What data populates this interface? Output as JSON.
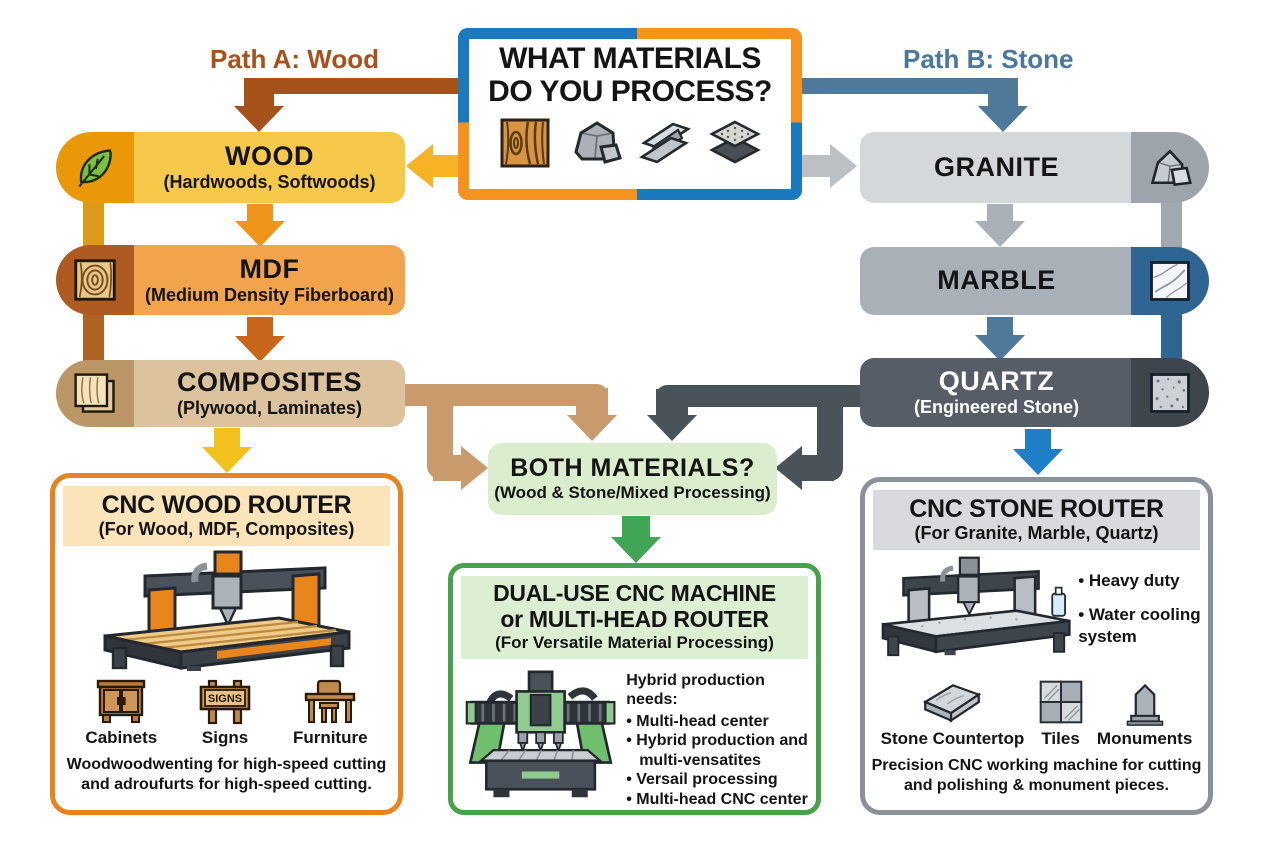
{
  "header": {
    "title_line1": "WHAT MATERIALS",
    "title_line2": "DO YOU PROCESS?",
    "path_a_label": "Path A: Wood",
    "path_b_label": "Path B: Stone",
    "material_icons": [
      "wood-sample-icon",
      "stone-rock-icon",
      "metal-ibeam-icon",
      "composite-layers-icon"
    ]
  },
  "wood_path": {
    "wood": {
      "title": "WOOD",
      "subtitle": "(Hardwoods, Softwoods)",
      "icon": "leaf-icon"
    },
    "mdf": {
      "title": "MDF",
      "subtitle": "(Medium Density Fiberboard)",
      "icon": "wood-grain-icon"
    },
    "composites": {
      "title": "COMPOSITES",
      "subtitle": "(Plywood, Laminates)",
      "icon": "plywood-icon"
    }
  },
  "stone_path": {
    "granite": {
      "title": "GRANITE",
      "icon": "rock-icon"
    },
    "marble": {
      "title": "MARBLE",
      "icon": "marble-tile-icon"
    },
    "quartz": {
      "title": "QUARTZ",
      "subtitle": "(Engineered Stone)",
      "icon": "quartz-tile-icon"
    }
  },
  "both_box": {
    "title": "BOTH MATERIALS?",
    "subtitle": "(Wood & Stone/Mixed Processing)"
  },
  "wood_router": {
    "title": "CNC WOOD ROUTER",
    "subtitle": "(For Wood, MDF, Composites)",
    "sign_board_text": "SIGNS",
    "applications": [
      "Cabinets",
      "Signs",
      "Furniture"
    ],
    "caption_line1": "Woodwoodwenting for  high-speed cutting",
    "caption_line2": "and adroufurts for high-speed cutting."
  },
  "dual_machine": {
    "title_line1": "DUAL-USE CNC MACHINE",
    "title_line2": "or MULTI-HEAD ROUTER",
    "subtitle": "(For Versatile Material Processing)",
    "list_title": "Hybrid production needs:",
    "bullets": [
      "Multi-head center",
      "Hybrid production and multi-vensatites",
      "Versail processing",
      "Multi-head CNC center"
    ]
  },
  "stone_router": {
    "title": "CNC STONE ROUTER",
    "subtitle": "(For Granite, Marble, Quartz)",
    "features": [
      "Heavy duty",
      "Water cooling system"
    ],
    "applications": [
      "Stone Countertop",
      "Tiles",
      "Monuments"
    ],
    "caption_line1": "Precision CNC working machine for cutting",
    "caption_line2": "and polishing & monument pieces."
  },
  "colors": {
    "path_a_brown": "#A6521B",
    "path_b_blue": "#4E799B",
    "decision_blue": "#1B79C0",
    "decision_orange": "#F6921E",
    "wood_yellow": "#F7C94A",
    "mdf_orange": "#F2A44D",
    "composites_tan": "#DDC29E",
    "granite_gray": "#D5D8DB",
    "marble_gray": "#AAB0B8",
    "quartz_slate": "#575D66",
    "both_green": "#DAEDCD",
    "dual_border_green": "#46A34A",
    "wood_router_border": "#E8831D",
    "stone_router_border": "#8B9199",
    "quartz_down_blue": "#1E7EC8"
  }
}
